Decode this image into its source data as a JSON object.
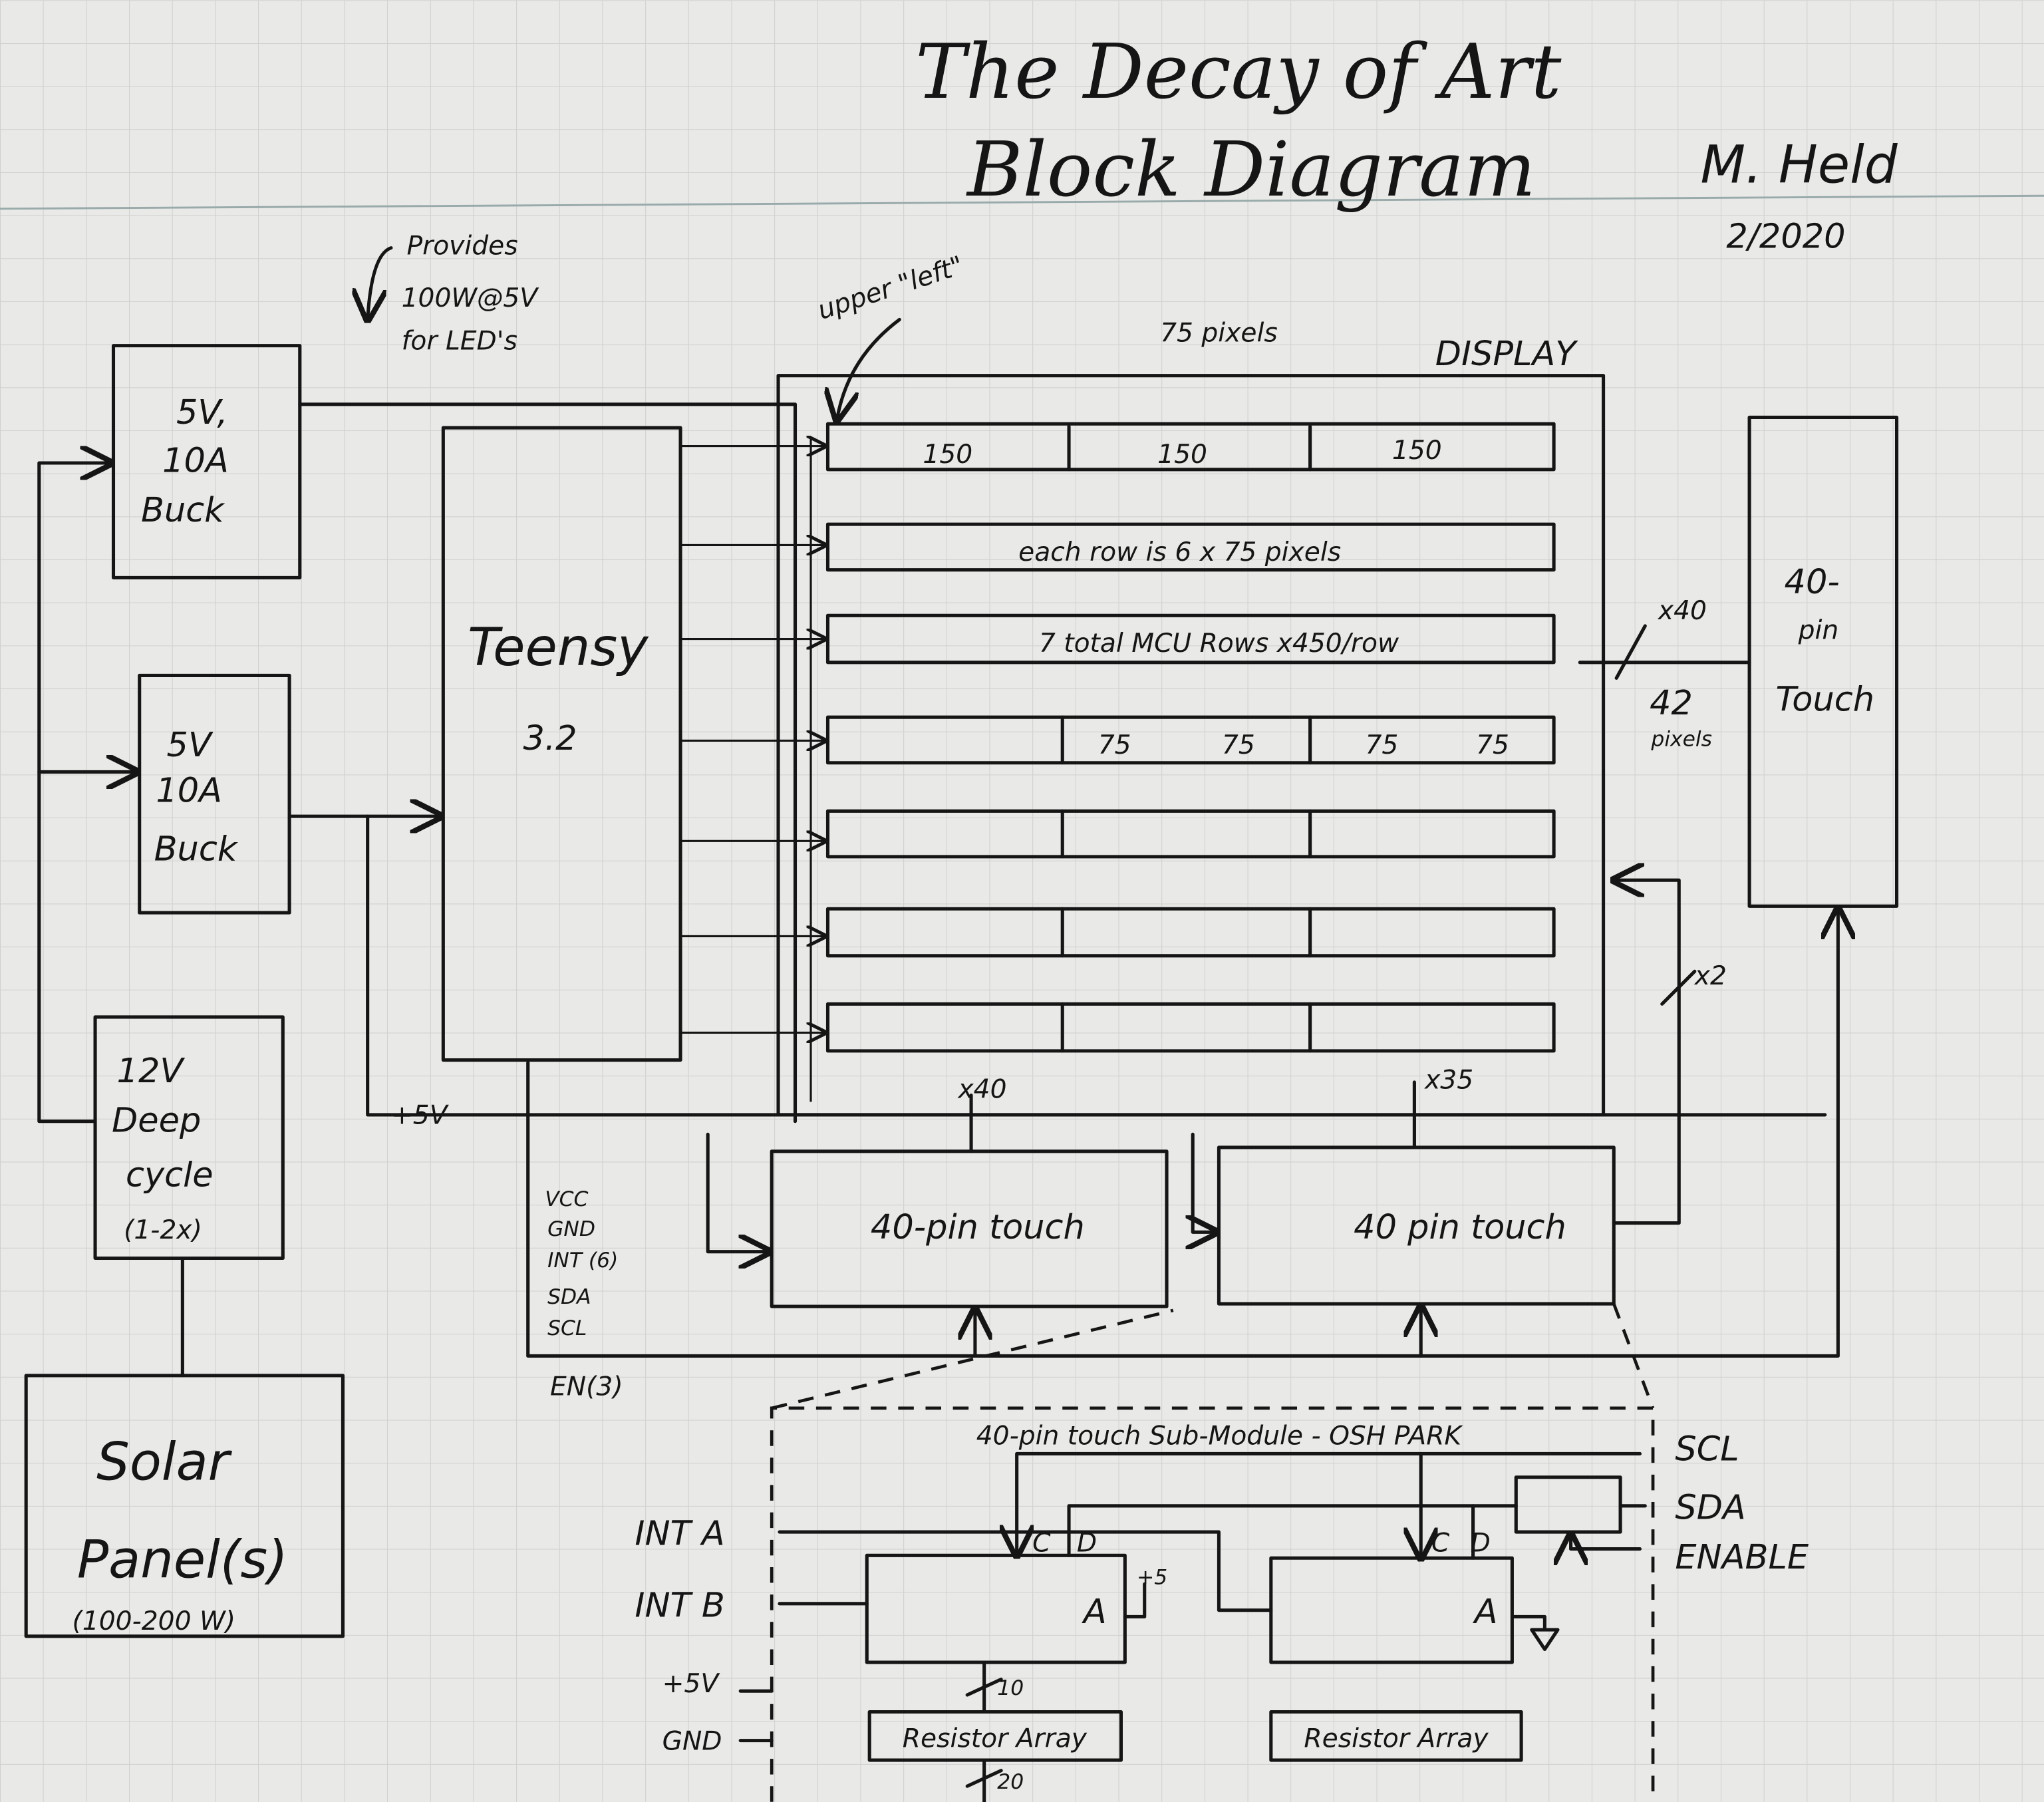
{
  "header": {
    "title": "The Decay of Art",
    "subtitle": "Block Diagram",
    "author": "M. Held",
    "date": "2/2020"
  },
  "annotations": {
    "provides": [
      "Provides",
      "100W@5V",
      "for LED's"
    ],
    "upper_left": "upper \"left\"",
    "pixels_75": "75 pixels",
    "display": "DISPLAY",
    "x40_right": "x40",
    "pixels_42": [
      "42",
      "pixels"
    ],
    "x40_bottom": "x40",
    "x35_bottom": "x35",
    "x2": "x2",
    "plus5v": "+5V",
    "bus_signals": [
      "VCC",
      "GND",
      "INT (6)",
      "SDA",
      "SCL"
    ],
    "en3": "EN(3)"
  },
  "blocks": {
    "buck1": [
      "5V,",
      "10A",
      "Buck"
    ],
    "buck2": [
      "5V",
      "10A",
      "Buck"
    ],
    "battery": [
      "12V",
      "Deep",
      "cycle",
      "(1-2x)"
    ],
    "solar": [
      "Solar",
      "Panel(s)",
      "(100-200 W)"
    ],
    "teensy": [
      "Teensy",
      "3.2"
    ],
    "touch_right": [
      "40-",
      "pin",
      "Touch"
    ],
    "touch_bottom_left": "40-pin touch",
    "touch_bottom_right": "40 pin touch"
  },
  "display_rows": {
    "row1": [
      "150",
      "150",
      "150"
    ],
    "row2": "each row is 6 x 75 pixels",
    "row3": "7 total MCU Rows x450/row",
    "row4": [
      "75",
      "75",
      "75",
      "75"
    ]
  },
  "submodule": {
    "title": "40-pin touch Sub-Module - OSH PARK",
    "right_signals": [
      "SCL",
      "SDA",
      "ENABLE"
    ],
    "left_signals": [
      "INT A",
      "INT B",
      "+5V",
      "GND"
    ],
    "chip_label": "A",
    "pin_c": "C",
    "pin_d": "D",
    "plus5": "+5",
    "bus10": "10",
    "bus20": "20",
    "resistor_array": "Resistor Array"
  }
}
